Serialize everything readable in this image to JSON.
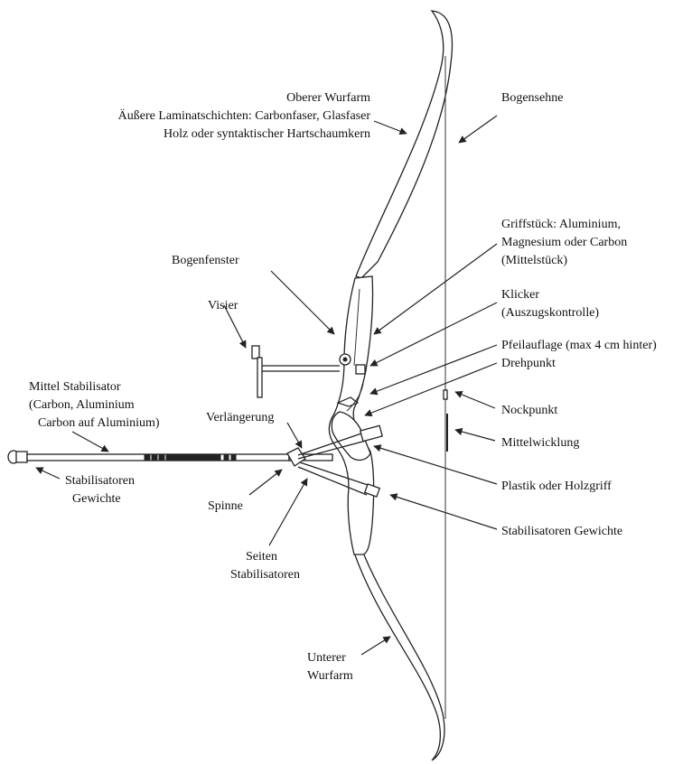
{
  "labels": {
    "oberer_wurfarm": "Oberer Wurfarm",
    "laminat_1": "Äußere Laminatschichten: Carbonfaser, Glasfaser",
    "laminat_2": "Holz oder syntaktischer Hartschaumkern",
    "bogensehne": "Bogensehne",
    "griffstueck_1": "Griffstück: Aluminium,",
    "griffstueck_2": "Magnesium oder Carbon",
    "griffstueck_3": "(Mittelstück)",
    "bogenfenster": "Bogenfenster",
    "visier": "Visier",
    "klicker_1": "Klicker",
    "klicker_2": "(Auszugskontrolle)",
    "pfeilauflage": "Pfeilauflage (max 4 cm hinter)",
    "drehpunkt": "Drehpunkt",
    "mittel_stab_1": "Mittel Stabilisator",
    "mittel_stab_2": "(Carbon, Aluminium",
    "mittel_stab_3": "Carbon auf Aluminium)",
    "verlaengerung": "Verlängerung",
    "nockpunkt": "Nockpunkt",
    "mittelwicklung": "Mittelwicklung",
    "stab_gewichte_links_1": "Stabilisatoren",
    "stab_gewichte_links_2": "Gewichte",
    "plastik_holzgriff": "Plastik oder Holzgriff",
    "spinne": "Spinne",
    "stab_gewichte_rechts": "Stabilisatoren  Gewichte",
    "seiten_stab_1": "Seiten",
    "seiten_stab_2": "Stabilisatoren",
    "unterer_wurfarm_1": "Unterer",
    "unterer_wurfarm_2": "Wurfarm"
  }
}
